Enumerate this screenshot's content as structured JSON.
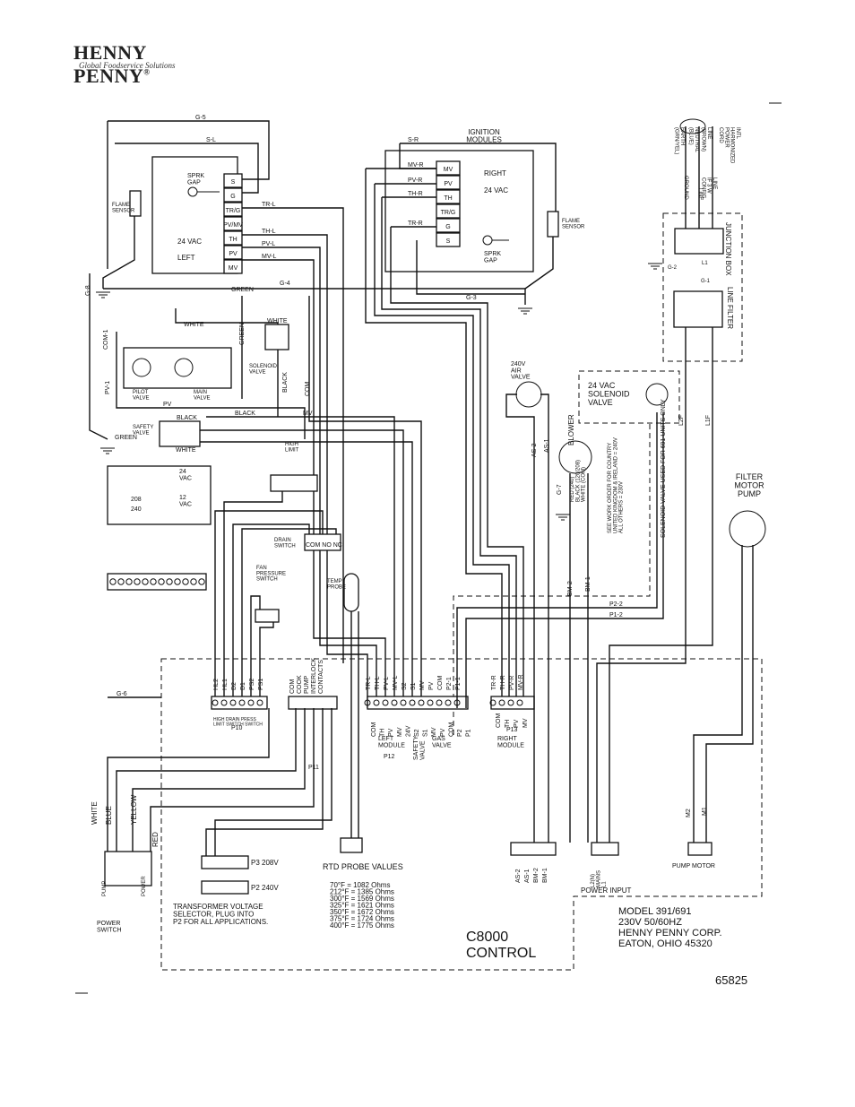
{
  "logo": {
    "brand": "HENNY PENNY",
    "reg": "®",
    "tagline": "Global Foodservice Solutions"
  },
  "labels": {
    "ignition_modules": "IGNITION\nMODULES",
    "right": "RIGHT",
    "vac24_right": "24 VAC",
    "sprk_gap": "SPRK\nGAP",
    "vac24_left": "24 VAC",
    "left": "LEFT",
    "flame_sensor": "FLAME\nSENSOR",
    "flame_sensor_r": "FLAME\nSENSOR",
    "white": "WHITE",
    "white2": "WHITE",
    "green": "GREEN",
    "green2": "GREEN",
    "green3": "GREEN",
    "black": "BLACK",
    "black2": "BLACK",
    "black3": "BLACK",
    "solenoid_valve": "SOLENOID\nVALVE",
    "pilot_valve": "PILOT\nVALVE",
    "main_valve": "MAIN\nVALVE",
    "safety_valve_lbl": "SAFETY\nVALVE",
    "pv": "PV",
    "mv": "MV",
    "com": "COM",
    "com1": "COM-1",
    "pv1": "PV-1",
    "high_limit": "HIGH\nLIMIT",
    "drain_switch": "DRAIN\nSWITCH",
    "fan_pressure_switch": "FAN\nPRESSURE\nSWITCH",
    "temp_probe": "TEMP\nPROBE",
    "air_valve": "240V\nAIR\nVALVE",
    "solenoid_24": "24 VAC\nSOLENOID\nVALVE",
    "blower": "BLOWER",
    "blower_wires": "RED (240)\nBLACK (120/208)\nWHITE (COM)",
    "blower_note": "SEE WORK ORDER FOR COUNTRY\nUNITED KINGDOM & IRELAND = 240V\nALL OTHERS = 230V",
    "solenoid_note": "SOLENOID VALVE USED FOR 691 UNITS ONLY",
    "filter_motor": "FILTER\nMOTOR\nPUMP",
    "junction_box": "JUNCTION BOX",
    "line_filter": "LINE FILTER",
    "incoming": "INTL\nHARMONIZED\nPOWER\nCORD",
    "earth": "EARTH\n(GRN/YEL)",
    "neutral": "NEUTRAL\n(BLUE)",
    "line_brown": "LINE\n(BROWN)",
    "ground": "GROUND",
    "line": "LINE",
    "line_config": "LINE\nIF 3 W\nCONFIG.",
    "g5": "G-5",
    "sl": "S-L",
    "sr": "S-R",
    "g4": "G-4",
    "g3": "G-3",
    "g8": "G-8",
    "g6": "G-6",
    "g7": "G-7",
    "g2": "G-2",
    "g1": "G-1",
    "mvr": "MV-R",
    "pvr": "PV-R",
    "thr": "TH-R",
    "trr": "TR-R",
    "trl": "TR-L",
    "thl": "TH-L",
    "pvl": "PV-L",
    "mvl": "MV-L",
    "as2": "AS-2",
    "as1": "AS-1",
    "bm2": "BM-2",
    "bm1": "BM-1",
    "p22": "P2-2",
    "p12": "P1-2",
    "l1": "L1",
    "l2f": "L2F",
    "l1f": "L1F",
    "t24": "24\nVAC",
    "t12": "12\nVAC",
    "t208": "208",
    "t240": "240",
    "power_switch": "POWER\nSWITCH",
    "pump_sw": "PUMP",
    "power_sw": "POWER",
    "yellow": "YELLOW",
    "blue": "BLUE",
    "white3": "WHITE",
    "red": "RED",
    "p10": "P10",
    "p11": "P11",
    "p12c": "P12",
    "p13": "P13",
    "p10_names": "HIGH  DRAIN  PRESS\nLIMIT SWITCH SWITCH",
    "left_module": "LEFT\nMODULE",
    "right_module": "RIGHT\nMODULE",
    "safety_valve2": "SAFETY\nVALVE",
    "gas_valve": "GAS\nVALVE",
    "interlock": "COM\nCOOK\nPUMP\nINTERLOCK\nCONTACTS",
    "p3": "P3 208V",
    "p2": "P2 240V",
    "transformer_note": "TRANSFORMER VOLTAGE\nSELECTOR, PLUG INTO\nP2 FOR ALL APPLICATIONS.",
    "rtd_title": "RTD PROBE VALUES",
    "rtd": "70°F = 1082 Ohms\n212°F = 1385 Ohms\n300°F = 1569 Ohms\n325°F = 1621 Ohms\n350°F = 1672 Ohms\n375°F = 1724 Ohms\n400°F = 1775 Ohms",
    "control": "C8000\nCONTROL",
    "model": "MODEL 391/691\n230V 50/60HZ\nHENNY PENNY CORP.\nEATON, OHIO 45320",
    "drawing_no": "65825",
    "power_input": "POWER INPUT",
    "pump_motor": "PUMP MOTOR",
    "mains": "L2(N)\nMAINS\nL1",
    "m2": "M2",
    "m1": "M1",
    "p10_pins": "HL2,HL1,D2,D1,PS2,PS1",
    "p12_pins": "TR-L,TH-L,PV-L,MV-L,S2,S1,MV,PV,COM,P2-1,P1-1",
    "p13_pins": "TR-R,TH-R,PV-R,MV-R",
    "p12_pin_names": "COM,TH,PV,MV,24V,S2,S1,MV,PV,COM,P2,P1",
    "p13_pin_names": "COM,TH,PV,MV",
    "com_no_nc": "COM NO NC",
    "ps_pins": "AS-2,AS-1,BM-2,BM-1",
    "module_pins_r": "MV,PV,TH,TR/G,G,S",
    "module_pins_l": "S,G,TR/G,PV/MV,TH,PV,MV"
  }
}
